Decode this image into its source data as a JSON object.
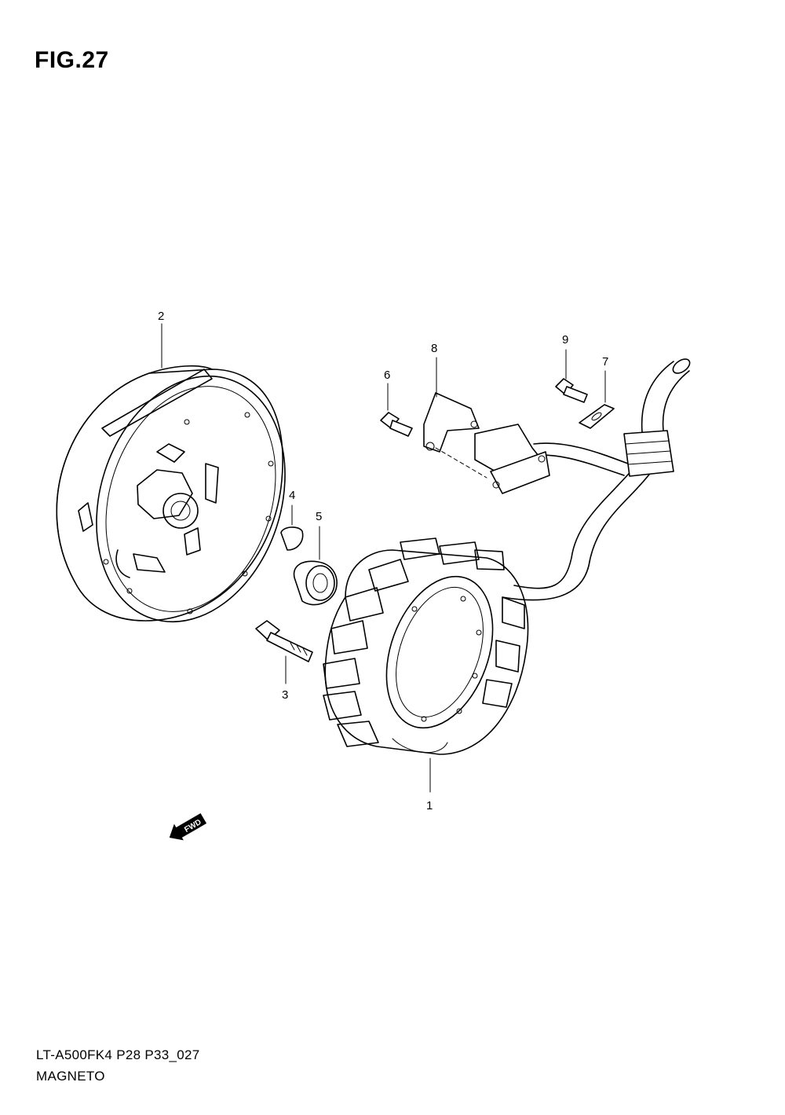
{
  "figure": {
    "title": "FIG.27"
  },
  "footer": {
    "code": "LT-A500FK4 P28 P33_027",
    "name": "MAGNETO"
  },
  "fwd_badge": {
    "label": "FWD"
  },
  "callouts": [
    {
      "id": "1",
      "label": "1"
    },
    {
      "id": "2",
      "label": "2"
    },
    {
      "id": "3",
      "label": "3"
    },
    {
      "id": "4",
      "label": "4"
    },
    {
      "id": "5",
      "label": "5"
    },
    {
      "id": "6",
      "label": "6"
    },
    {
      "id": "7",
      "label": "7"
    },
    {
      "id": "8",
      "label": "8"
    },
    {
      "id": "9",
      "label": "9"
    }
  ]
}
